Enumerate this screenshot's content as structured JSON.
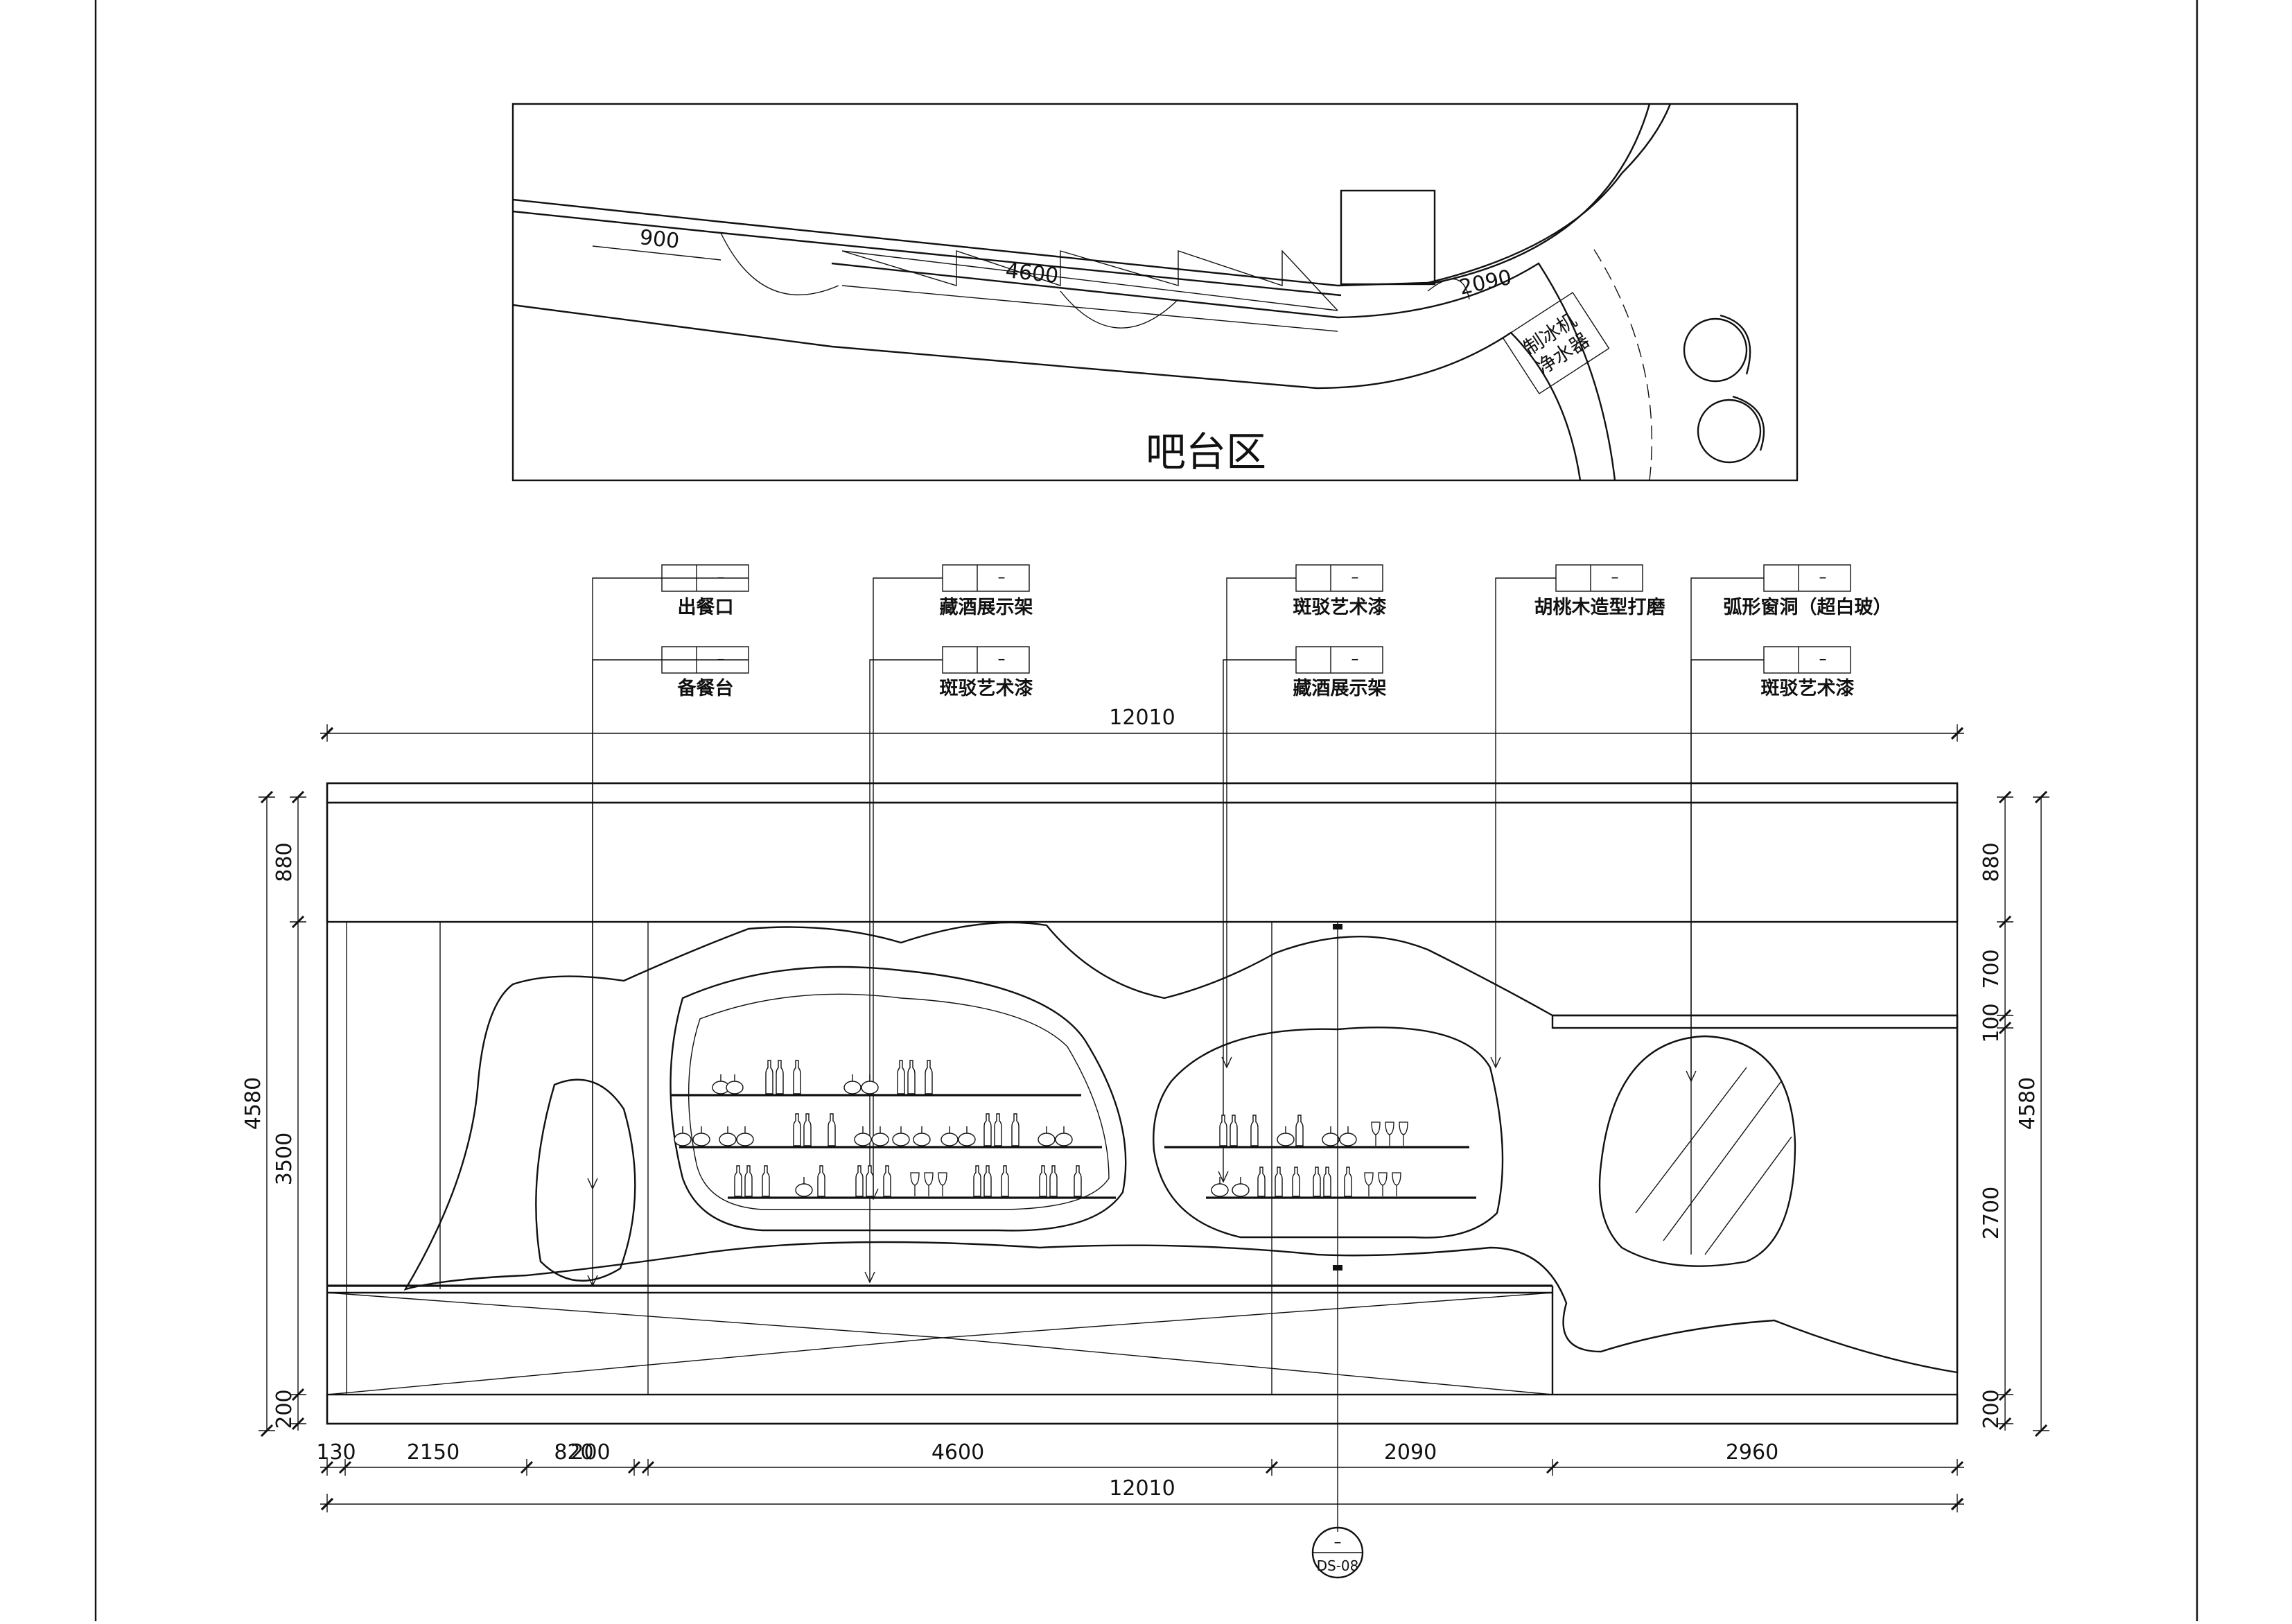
{
  "plan": {
    "title": "吧台区",
    "dims": [
      "900",
      "4600",
      "2090"
    ],
    "equipment": [
      "制冰机",
      "净水器"
    ]
  },
  "callouts": [
    {
      "top": "出餐口",
      "bottom": "备餐台",
      "tag1": "–",
      "tag2": "–"
    },
    {
      "top": "藏酒展示架",
      "bottom": "斑驳艺术漆",
      "tag1": "–",
      "tag2": "–"
    },
    {
      "top": "斑驳艺术漆",
      "bottom": "藏酒展示架",
      "tag1": "–",
      "tag2": "–"
    },
    {
      "top": "胡桃木造型打磨",
      "tag1": "–"
    },
    {
      "top": "弧形窗洞（超白玻）",
      "bottom": "斑驳艺术漆",
      "tag1": "–",
      "tag2": "–"
    }
  ],
  "dims": {
    "top_total": "12010",
    "bottom_segments": [
      "130",
      "2150",
      "820",
      "200",
      "4600",
      "2090",
      "2960"
    ],
    "bottom_total": "12010",
    "left_outer": "4580",
    "left_inner": [
      "880",
      "3500",
      "200"
    ],
    "right_outer": "4580",
    "right_inner": [
      "880",
      "700",
      "100",
      "2700",
      "200"
    ]
  },
  "section_marker": {
    "top": "–",
    "bottom": "DS-08"
  }
}
